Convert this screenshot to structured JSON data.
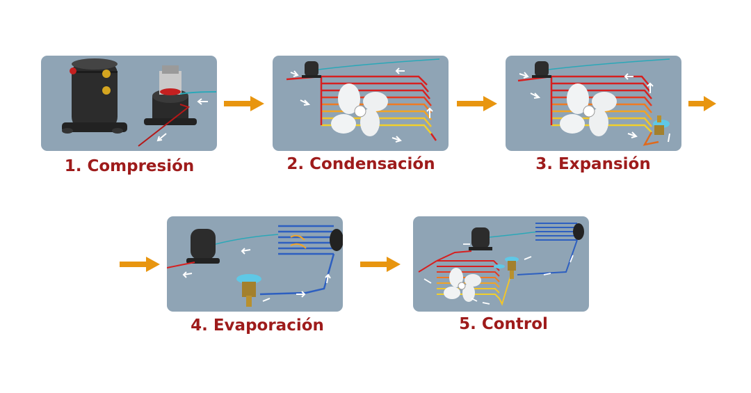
{
  "steps": [
    {
      "label": "1. Compresión"
    },
    {
      "label": "2. Condensación"
    },
    {
      "label": "3. Expansión"
    },
    {
      "label": "4. Evaporación"
    },
    {
      "label": "5. Control"
    }
  ],
  "colors": {
    "panel_bg": "#8fa4b5",
    "label": "#9e1b1b",
    "arrow": "#e8950f",
    "hot": "#d62020",
    "warm": "#f2c52a",
    "cold": "#2d5fc0",
    "suction": "#2aa8b8"
  },
  "icons": [
    "compressor-icon",
    "condenser-coil-icon",
    "fan-icon",
    "expansion-valve-icon",
    "evaporator-coil-icon",
    "flow-arrow-icon"
  ]
}
